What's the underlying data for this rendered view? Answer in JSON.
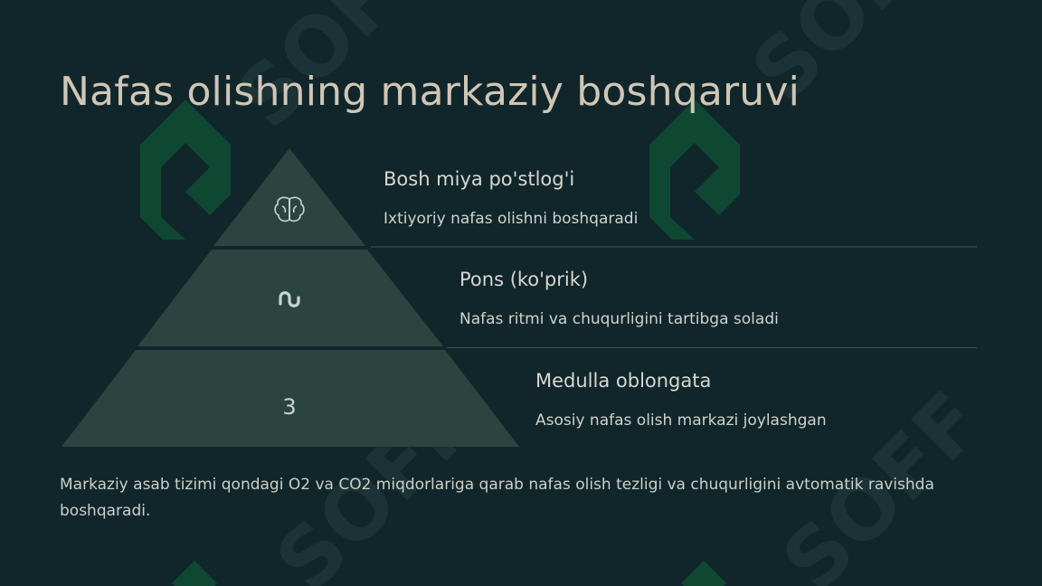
{
  "slide": {
    "title": "Nafas olishning markaziy boshqaruvi",
    "levels": [
      {
        "icon": "brain-icon",
        "heading": "Bosh miya po'stlog'i",
        "description": "Ixtiyoriy nafas olishni boshqaradi"
      },
      {
        "icon": "stumbleupon-icon",
        "heading": "Pons (ko'prik)",
        "description": "Nafas ritmi va chuqurligini tartibga soladi"
      },
      {
        "number": "3",
        "heading": "Medulla oblongata",
        "description": "Asosiy nafas olish markazi joylashgan"
      }
    ],
    "footer_text": "Markaziy asab tizimi qondagi O2 va CO2 miqdorlariga qarab nafas olish tezligi va chuqurligini avtomatik ravishda boshqaradi."
  },
  "watermark": {
    "text": "SOFF"
  },
  "colors": {
    "background": "#11262a",
    "pyramid_fill": "#2b4440",
    "title": "#cfc6b6",
    "text": "#d7d7d2",
    "watermark_green": "#0e4f35"
  }
}
